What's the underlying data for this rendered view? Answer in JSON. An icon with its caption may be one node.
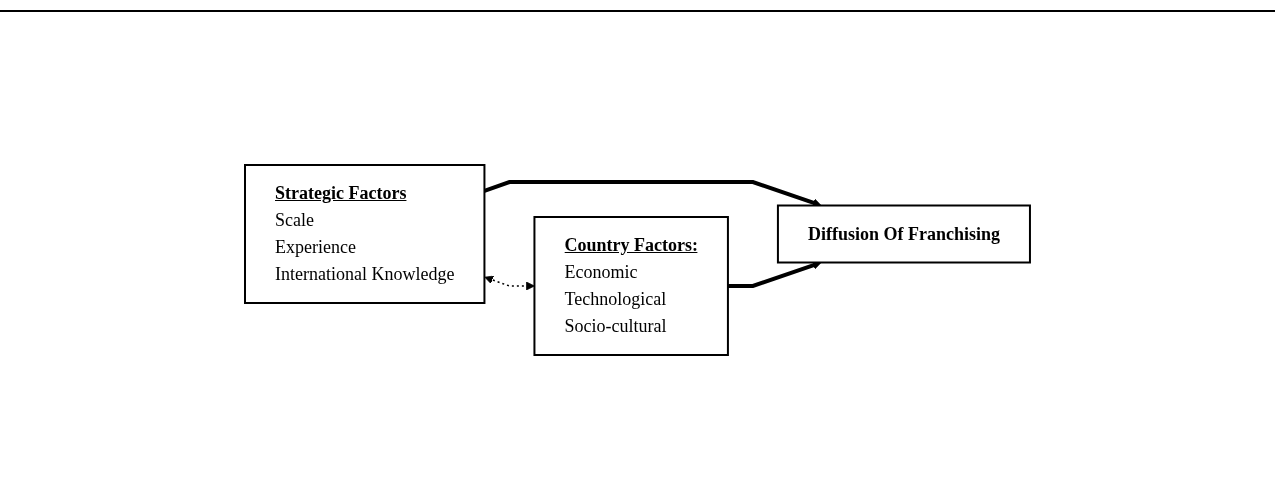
{
  "diagram": {
    "nodes": [
      {
        "text": [
          "Strategic Factors",
          "Scale",
          "Experience",
          "International Knowledge"
        ]
      },
      {
        "text": [
          "Country Factors:",
          "Economic",
          "Technological",
          "Socio-cultural"
        ]
      },
      {
        "text": [
          "Diffusion Of Franchising"
        ]
      }
    ],
    "edges": [
      {
        "from": 0,
        "to": 2,
        "arrow": "to"
      },
      {
        "from": 1,
        "to": 2,
        "arrow": "to"
      },
      {
        "from": 0,
        "to": 1,
        "arrow": "both",
        "style": "dashed"
      }
    ]
  }
}
